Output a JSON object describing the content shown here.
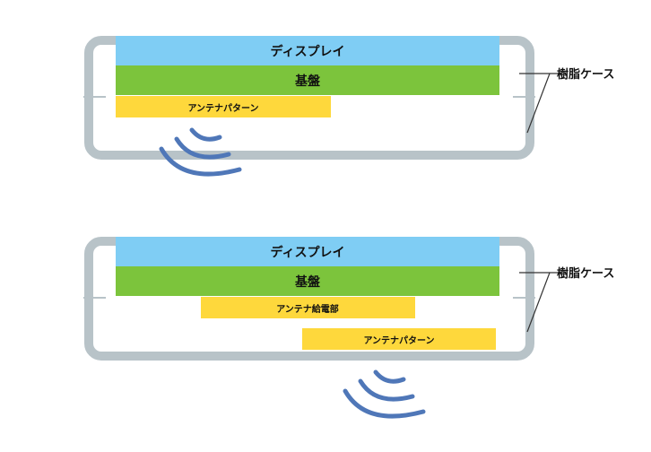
{
  "colors": {
    "case": "#b8c3c8",
    "display": "#7fcdf4",
    "board": "#7cc43c",
    "antenna": "#fed83c",
    "wave": "#4f77b8",
    "leader": "#333333"
  },
  "diagrams": [
    {
      "display_label": "ディスプレイ",
      "board_label": "基盤",
      "antenna_pattern_label": "アンテナパターン",
      "case_label": "樹脂ケース",
      "wave_icon": "signal-wave-icon"
    },
    {
      "display_label": "ディスプレイ",
      "board_label": "基盤",
      "antenna_feed_label": "アンテナ給電部",
      "antenna_pattern_label": "アンテナパターン",
      "case_label": "樹脂ケース",
      "wave_icon": "signal-wave-icon"
    }
  ]
}
